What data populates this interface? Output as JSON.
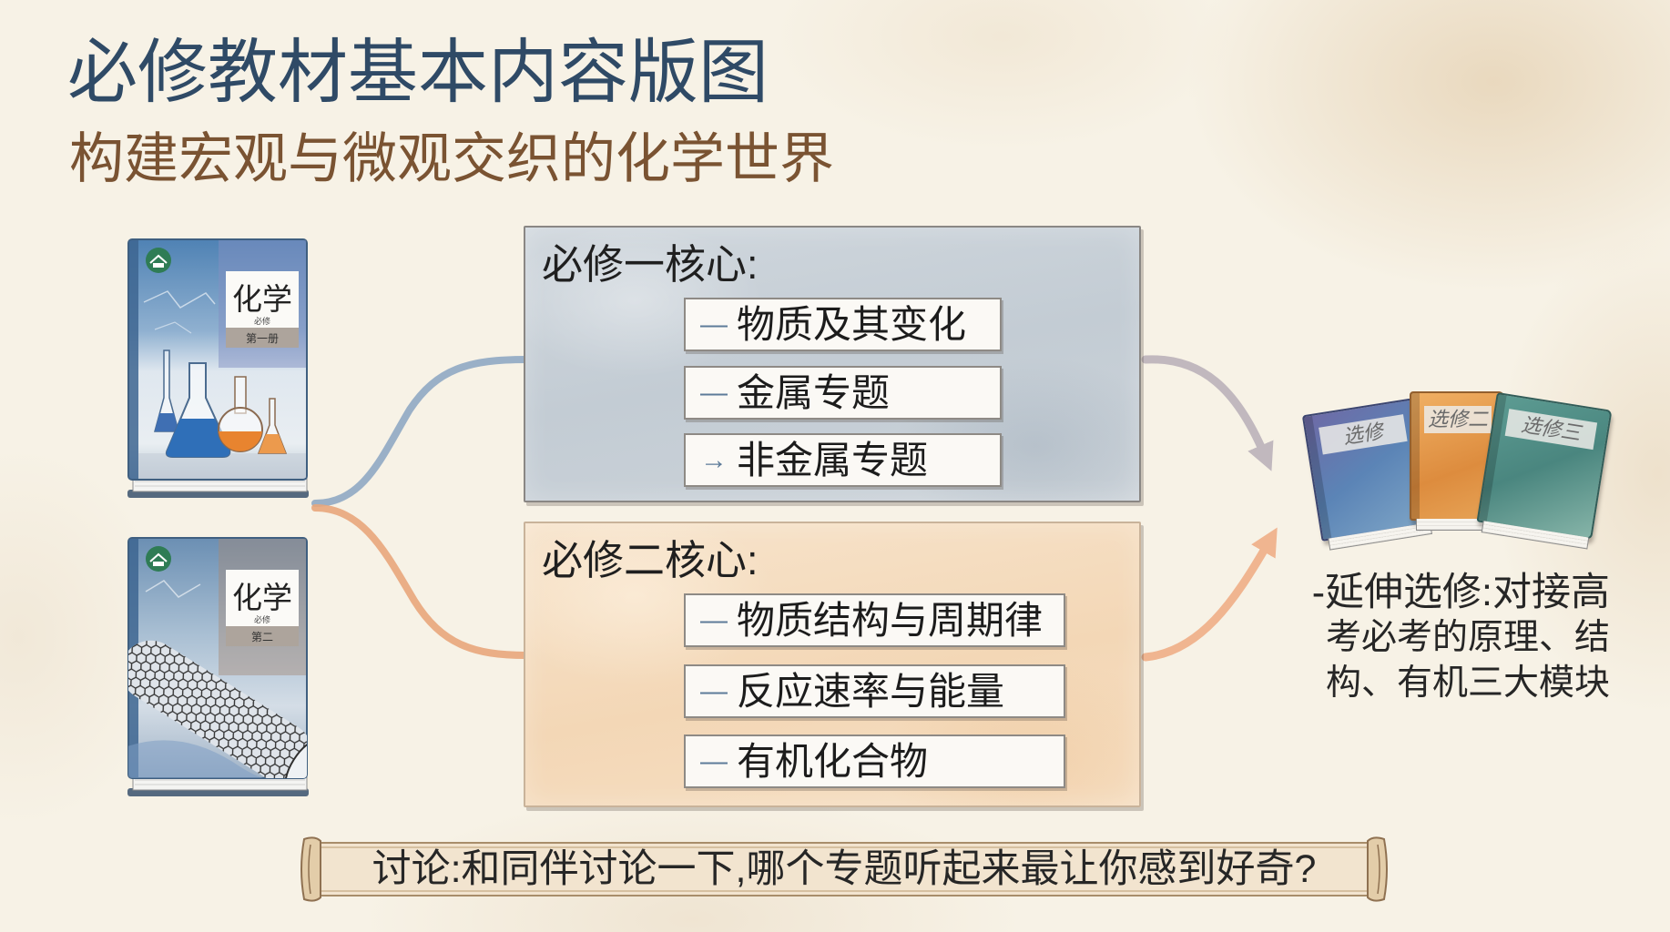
{
  "slide": {
    "title": "必修教材基本内容版图",
    "subtitle": "构建宏观与微观交织的化学世界"
  },
  "textbooks": [
    {
      "subject": "化学",
      "series": "必修",
      "volume": "第一册"
    },
    {
      "subject": "化学",
      "series": "必修",
      "volume": "第二"
    }
  ],
  "modules": [
    {
      "title": "必修一核心:",
      "items": [
        {
          "marker": "—",
          "label": "物质及其变化"
        },
        {
          "marker": "—",
          "label": "金属专题"
        },
        {
          "marker": "→",
          "label": "非金属专题"
        }
      ]
    },
    {
      "title": "必修二核心:",
      "items": [
        {
          "marker": "—",
          "label": "物质结构与周期律"
        },
        {
          "marker": "—",
          "label": "反应速率与能量"
        },
        {
          "marker": "—",
          "label": "有机化合物"
        }
      ]
    }
  ],
  "electives": {
    "books": [
      "选修",
      "选修二",
      "选修三"
    ],
    "note_lines": [
      "-延伸选修:对接高",
      "考必考的原理、结",
      "构、有机三大模块"
    ]
  },
  "discussion": {
    "prompt": "讨论:和同伴讨论一下,哪个专题听起来最让你感到好奇?"
  },
  "colors": {
    "title": "#2f4a66",
    "subtitle": "#7a5332",
    "module_1": "#c6ced5",
    "module_2": "#f4dabb",
    "branch_1": "#8fa8c3",
    "branch_2": "#e8a67b",
    "arrow_1": "#b8afb8",
    "arrow_2": "#efab82"
  },
  "icons": {
    "publisher_logo": "publisher-logo-icon",
    "flask": "flask-icon",
    "nanotube": "carbon-nanotube-icon",
    "arrow": "arrow-icon"
  }
}
